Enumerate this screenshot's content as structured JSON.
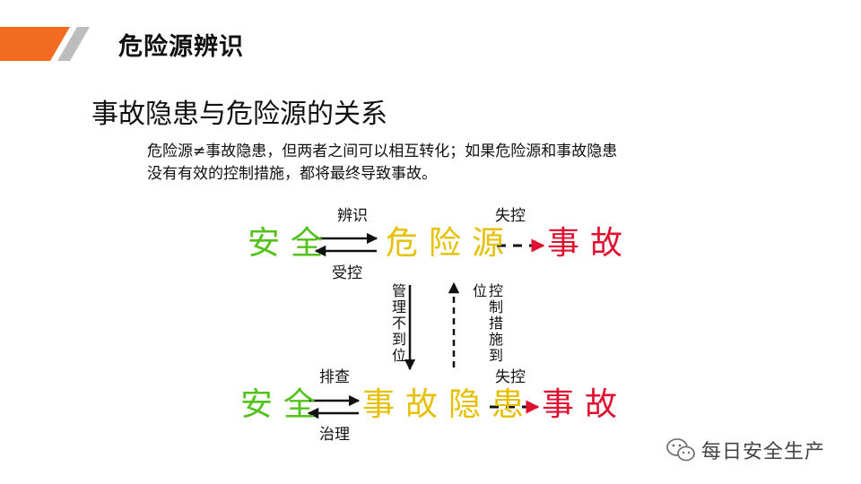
{
  "slide": {
    "title": "危险源辨识",
    "subtitle": "事故隐患与危险源的关系",
    "description_lines": [
      "危险源≠事故隐患，但两者之间可以相互转化；如果危险源和事故隐患",
      "没有有效的控制措施，都将最终导致事故。"
    ]
  },
  "diagram": {
    "top_row": {
      "left": "安全",
      "middle": "危险源",
      "right": "事故",
      "arrow_right_label": "辨识",
      "arrow_left_label": "受控",
      "dashed_label": "失控"
    },
    "vertical": {
      "down_label": "管理不到位",
      "up_label": "控制措施到位"
    },
    "bottom_row": {
      "left": "安全",
      "middle": "事故隐患",
      "right": "事故",
      "arrow_right_label": "排查",
      "arrow_left_label": "治理",
      "dashed_label": "失控"
    }
  },
  "watermark": {
    "text": "每日安全生产",
    "icon": "wechat-icon"
  },
  "colors": {
    "accent_orange": "#f26b21",
    "stripe_gray": "#bdbdbd",
    "safe_green": "#52c21a",
    "hazard_yellow": "#e6c000",
    "accident_red": "#e01030"
  }
}
